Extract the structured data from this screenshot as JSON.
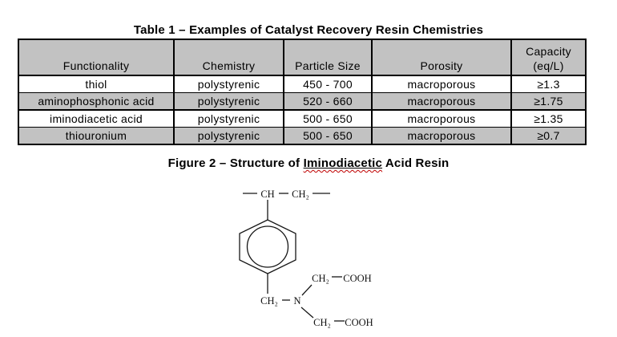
{
  "table_section": {
    "title": "Table 1 – Examples of Catalyst Recovery Resin Chemistries",
    "headers": [
      "Functionality",
      "Chemistry",
      "Particle Size",
      "Porosity",
      "Capacity (eq/L)"
    ],
    "rows": [
      {
        "functionality": "thiol",
        "chemistry": "polystyrenic",
        "particle_size": "450 - 700",
        "porosity": "macroporous",
        "capacity": "≥1.3",
        "shaded": false
      },
      {
        "functionality": "aminophosphonic acid",
        "chemistry": "polystyrenic",
        "particle_size": "520 - 660",
        "porosity": "macroporous",
        "capacity": "≥1.75",
        "shaded": true
      },
      {
        "functionality": "iminodiacetic acid",
        "chemistry": "polystyrenic",
        "particle_size": "500 - 650",
        "porosity": "macroporous",
        "capacity": "≥1.35",
        "shaded": false
      },
      {
        "functionality": "thiouronium",
        "chemistry": "polystyrenic",
        "particle_size": "500 - 650",
        "porosity": "macroporous",
        "capacity": "≥0.7",
        "shaded": true
      }
    ],
    "colors": {
      "header_fill": "#c2c2c2",
      "shaded_row_fill": "#c2c2c2",
      "border": "#000000"
    }
  },
  "figure_section": {
    "caption_prefix": "Figure 2 – Structure of ",
    "caption_underlined_word": "Iminodiacetic",
    "caption_suffix": " Acid Resin",
    "spellcheck_underline_color": "#c00000",
    "structure_labels": {
      "backbone_ch": "CH",
      "backbone_ch2": "CH₂",
      "benzyl_ch2": "CH₂",
      "nitrogen": "N",
      "upper_arm_ch2": "CH₂",
      "upper_arm_cooh": "COOH",
      "lower_arm_ch2": "CH₂",
      "lower_arm_cooh": "COOH"
    }
  }
}
